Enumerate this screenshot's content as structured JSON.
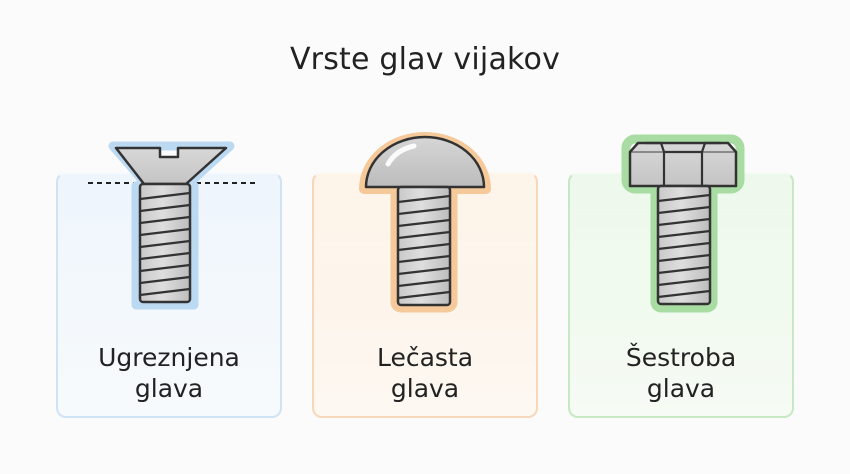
{
  "title": "Vrste glav vijakov",
  "screws": [
    {
      "label_line1": "Ugreznjena",
      "label_line2": "glava",
      "icon": "countersunk-screw-icon",
      "accent": "#cfe3f4"
    },
    {
      "label_line1": "Lečasta",
      "label_line2": "glava",
      "icon": "round-head-screw-icon",
      "accent": "#f6d7b7"
    },
    {
      "label_line1": "Šestroba",
      "label_line2": "glava",
      "icon": "hex-head-screw-icon",
      "accent": "#c6e8c2"
    }
  ]
}
